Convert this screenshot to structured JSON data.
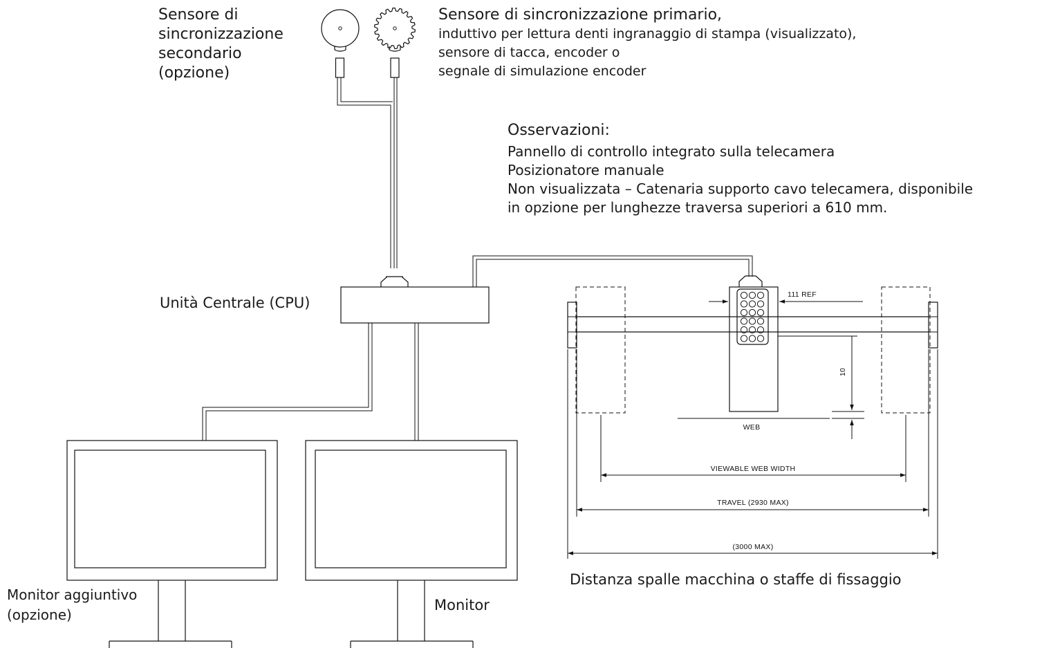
{
  "labels": {
    "secondary_sensor": [
      "Sensore di",
      "sincronizzazione",
      "secondario",
      "(opzione)"
    ],
    "primary_sensor": [
      "Sensore di sincronizzazione primario,",
      "induttivo per lettura denti ingranaggio di stampa (visualizzato),",
      "sensore di tacca, encoder o",
      "segnale di simulazione encoder"
    ],
    "notes_title": "Osservazioni:",
    "notes": [
      "Pannello di controllo integrato sulla telecamera",
      "Posizionatore manuale",
      "Non visualizzata – Catenaria supporto cavo telecamera, disponibile",
      "in opzione per lunghezze traversa superiori a 610 mm."
    ],
    "cpu": "Unità Centrale (CPU)",
    "extra_monitor": [
      "Monitor aggiuntivo",
      "(opzione)"
    ],
    "monitor": "Monitor",
    "frame_distance": "Distanza spalle macchina o staffe di fissaggio"
  },
  "dimensions": {
    "camera_width": "111 REF",
    "web_gap": "10",
    "web": "WEB",
    "viewable_width": "VIEWABLE WEB WIDTH",
    "travel": "TRAVEL (2930 MAX)",
    "overall": "(3000 MAX)"
  }
}
